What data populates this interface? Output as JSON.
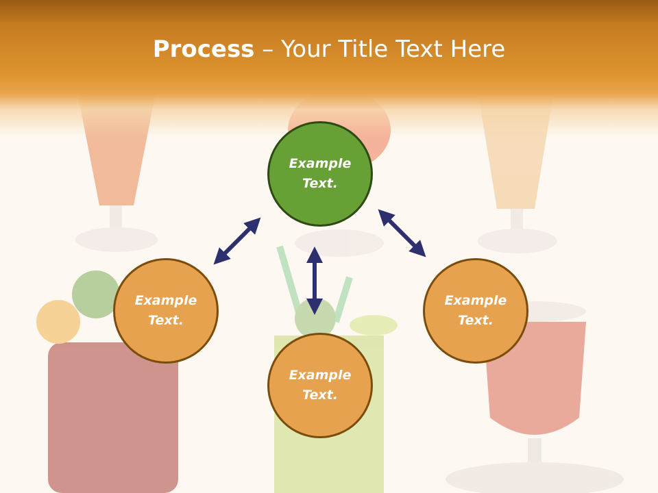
{
  "title": {
    "bold": "Process",
    "rest": " – Your Title Text Here"
  },
  "nodes": {
    "top": {
      "line1": "Example",
      "line2": "Text."
    },
    "left": {
      "line1": "Example",
      "line2": "Text."
    },
    "right": {
      "line1": "Example",
      "line2": "Text."
    },
    "bottom": {
      "line1": "Example",
      "line2": "Text."
    }
  },
  "colors": {
    "header": "#de9530",
    "orange_node": "#e6a24e",
    "green_node": "#67a034",
    "arrow": "#2e2f6e"
  }
}
